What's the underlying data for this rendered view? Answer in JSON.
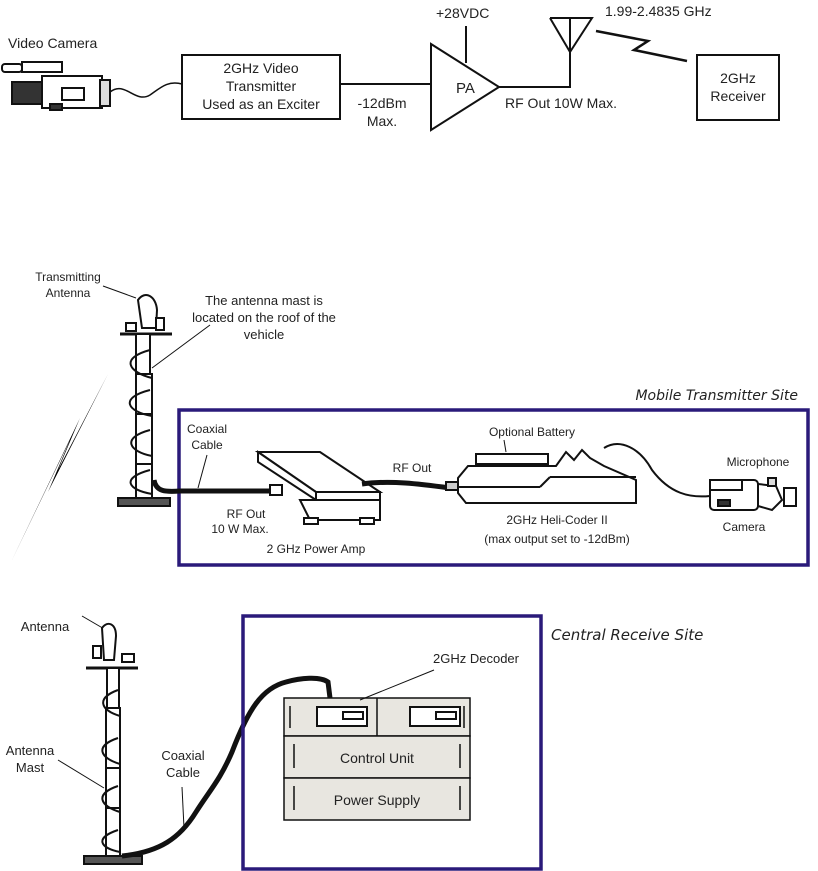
{
  "block_diagram": {
    "video_camera_label": "Video Camera",
    "transmitter_box": [
      "2GHz Video",
      "Transmitter",
      "Used as an Exciter"
    ],
    "exciter_output_label": [
      "-12dBm",
      "Max."
    ],
    "pa_label": "PA",
    "pa_supply_label": "+28VDC",
    "rf_out_label": "RF Out 10W Max.",
    "frequency_label": "1.99-2.4835 GHz",
    "receiver_box": [
      "2GHz",
      "Receiver"
    ]
  },
  "mobile_site": {
    "title": "Mobile Transmitter Site",
    "transmitting_antenna_label": [
      "Transmitting",
      "Antenna"
    ],
    "mast_note": [
      "The antenna mast is",
      "located on the roof of the",
      "vehicle"
    ],
    "coaxial_cable_label": [
      "Coaxial",
      "Cable"
    ],
    "power_amp_rf_out": [
      "RF Out",
      "10 W Max."
    ],
    "power_amp_label": "2 GHz Power Amp",
    "encoder_rf_out": "RF Out",
    "battery_label": "Optional Battery",
    "encoder_label": [
      "2GHz Heli-Coder II",
      "(max output set to -12dBm)"
    ],
    "microphone_label": "Microphone",
    "camera_label": "Camera"
  },
  "receive_site": {
    "title": "Central Receive Site",
    "antenna_label": "Antenna",
    "mast_label": [
      "Antenna",
      "Mast"
    ],
    "coaxial_cable_label": [
      "Coaxial",
      "Cable"
    ],
    "decoder_label": "2GHz Decoder",
    "control_unit_label": "Control Unit",
    "power_supply_label": "Power Supply"
  },
  "colors": {
    "site_border": "#2a1a7a",
    "rack_fill": "#e8e6e0",
    "line": "#111111"
  }
}
